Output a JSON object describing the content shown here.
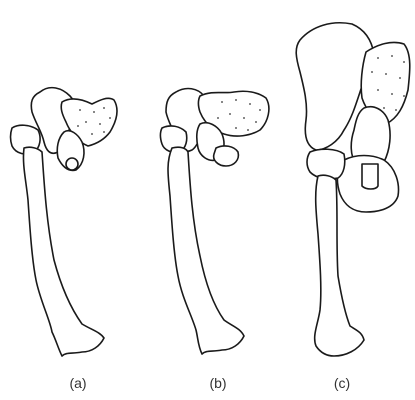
{
  "figure": {
    "panels": [
      {
        "id": "a",
        "label": "(a)"
      },
      {
        "id": "b",
        "label": "(b)"
      },
      {
        "id": "c",
        "label": "(c)"
      }
    ]
  },
  "colors": {
    "line": "#1a1a1a",
    "stipple": "#333333",
    "background": "#ffffff"
  }
}
